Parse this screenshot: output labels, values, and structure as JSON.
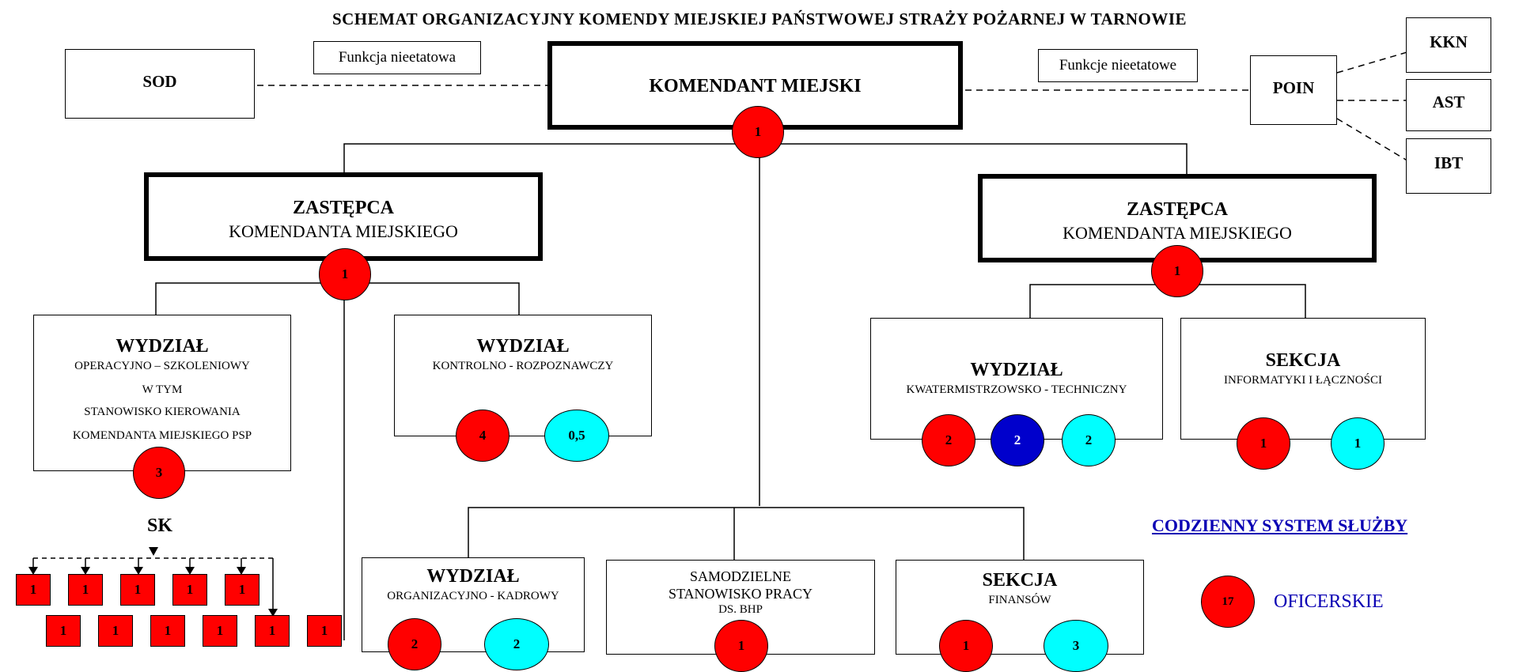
{
  "title": "SCHEMAT ORGANIZACYJNY KOMENDY MIEJSKIEJ PAŃSTWOWEJ STRAŻY POŻARNEJ W TARNOWIE",
  "top": {
    "sod": "SOD",
    "funkcja_left": "Funkcja nieetatowa",
    "komendant": "KOMENDANT MIEJSKI",
    "komendant_count": "1",
    "funkcje_right": "Funkcje nieetatowe",
    "poin": "POIN",
    "kkn": "KKN",
    "ast": "AST",
    "ibt": "IBT"
  },
  "deputy_left": {
    "line1": "ZASTĘPCA",
    "line2": "KOMENDANTA MIEJSKIEGO",
    "count": "1"
  },
  "deputy_right": {
    "line1": "ZASTĘPCA",
    "line2": "KOMENDANTA MIEJSKIEGO",
    "count": "1"
  },
  "dept_op": {
    "line1": "WYDZIAŁ",
    "line2": "OPERACYJNO – SZKOLENIOWY",
    "line3": "W TYM",
    "line4": "STANOWISKO KIEROWANIA",
    "line5": "KOMENDANTA MIEJSKIEGO PSP",
    "count": "3"
  },
  "dept_kr": {
    "line1": "WYDZIAŁ",
    "line2": "KONTROLNO - ROZPOZNAWCZY",
    "red": "4",
    "cyan": "0,5"
  },
  "dept_kt": {
    "line1": "WYDZIAŁ",
    "line2": "KWATERMISTRZOWSKO - TECHNICZNY",
    "red": "2",
    "blue": "2",
    "cyan": "2"
  },
  "sec_il": {
    "line1": "SEKCJA",
    "line2": "INFORMATYKI I ŁĄCZNOŚCI",
    "red": "1",
    "cyan": "1"
  },
  "dept_ok": {
    "line1": "WYDZIAŁ",
    "line2": "ORGANIZACYJNO - KADROWY",
    "red": "2",
    "cyan": "2"
  },
  "bhp": {
    "line1": "SAMODZIELNE",
    "line2": "STANOWISKO PRACY",
    "line3": "DS. BHP",
    "red": "1"
  },
  "sec_fin": {
    "line1": "SEKCJA",
    "line2": "FINANSÓW",
    "red": "1",
    "cyan": "3"
  },
  "sk": {
    "label": "SK",
    "row1": [
      "1",
      "1",
      "1",
      "1",
      "1"
    ],
    "row2": [
      "1",
      "1",
      "1",
      "1",
      "1",
      "1"
    ]
  },
  "legend": {
    "link": "CODZIENNY SYSTEM SŁUŻBY",
    "officer_count": "17",
    "officer_label": "OFICERSKIE"
  },
  "colors": {
    "red": "#ff0000",
    "cyan": "#00ffff",
    "blue": "#0000cc",
    "link": "#0a00b4"
  }
}
